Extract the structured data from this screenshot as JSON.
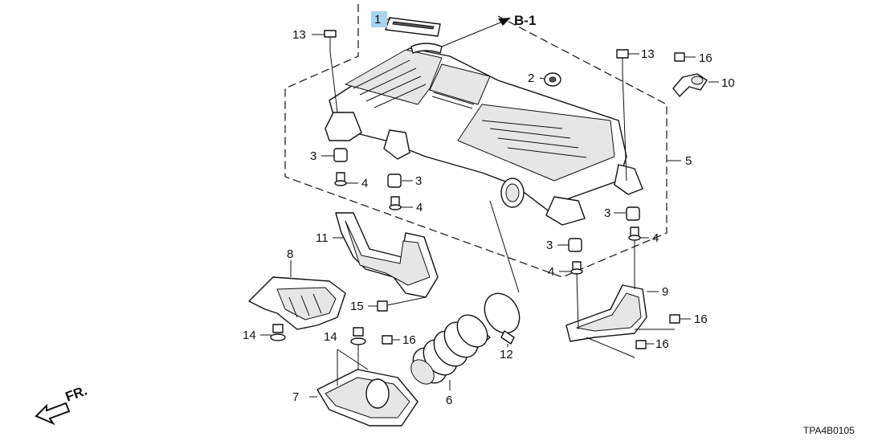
{
  "diagram": {
    "callout_label": "B-1",
    "diagram_code": "TPA4B0105",
    "highlight_color": "#a6d4ee",
    "direction_indicator": {
      "text": "FR.",
      "icon": "arrow-left-icon"
    },
    "part_numbers": {
      "p1": "1",
      "p2": "2",
      "p3a": "3",
      "p3b": "3",
      "p3c": "3",
      "p3d": "3",
      "p4a": "4",
      "p4b": "4",
      "p4c": "4",
      "p4d": "4",
      "p5": "5",
      "p6": "6",
      "p7": "7",
      "p8": "8",
      "p9": "9",
      "p10": "10",
      "p11": "11",
      "p12": "12",
      "p13a": "13",
      "p13b": "13",
      "p14a": "14",
      "p14b": "14",
      "p15": "15",
      "p16a": "16",
      "p16b": "16",
      "p16c": "16",
      "p16d": "16"
    }
  }
}
